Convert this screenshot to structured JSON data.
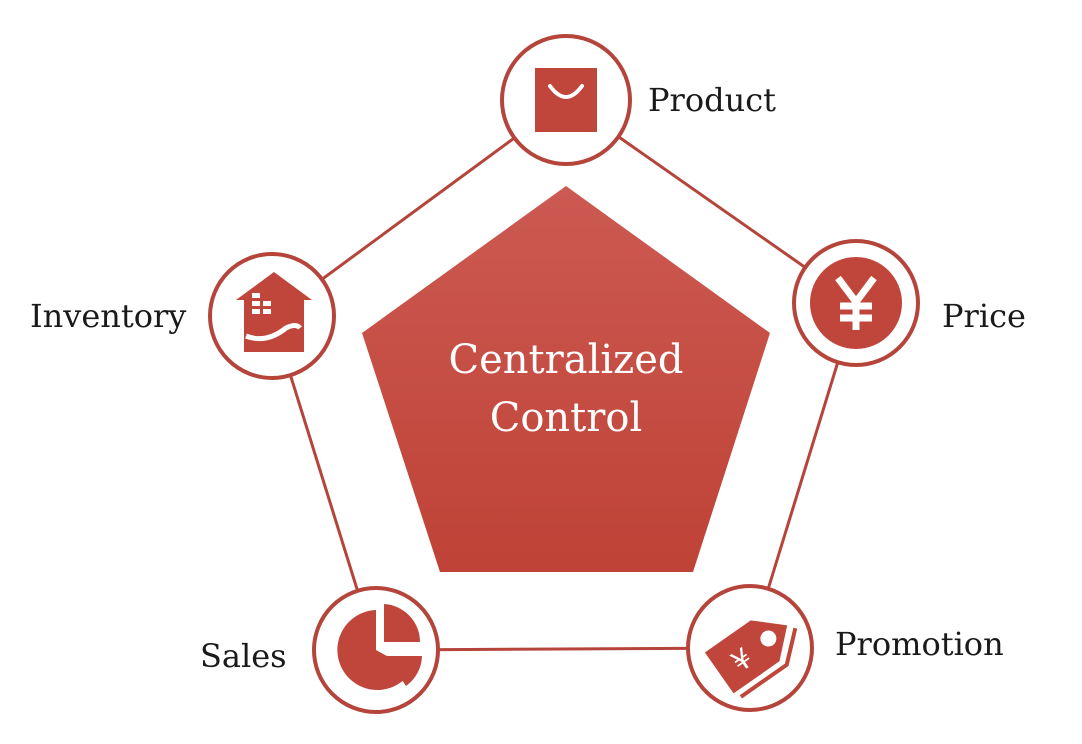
{
  "center": {
    "line1": "Centralized",
    "line2": "Control"
  },
  "nodes": {
    "product": {
      "label": "Product",
      "icon": "shopping-bag-icon"
    },
    "price": {
      "label": "Price",
      "icon": "yen-icon"
    },
    "promotion": {
      "label": "Promotion",
      "icon": "price-tag-icon"
    },
    "sales": {
      "label": "Sales",
      "icon": "pie-chart-icon"
    },
    "inventory": {
      "label": "Inventory",
      "icon": "house-hand-icon"
    }
  },
  "colors": {
    "accent": "#c0463c",
    "ring": "#b5453b"
  }
}
